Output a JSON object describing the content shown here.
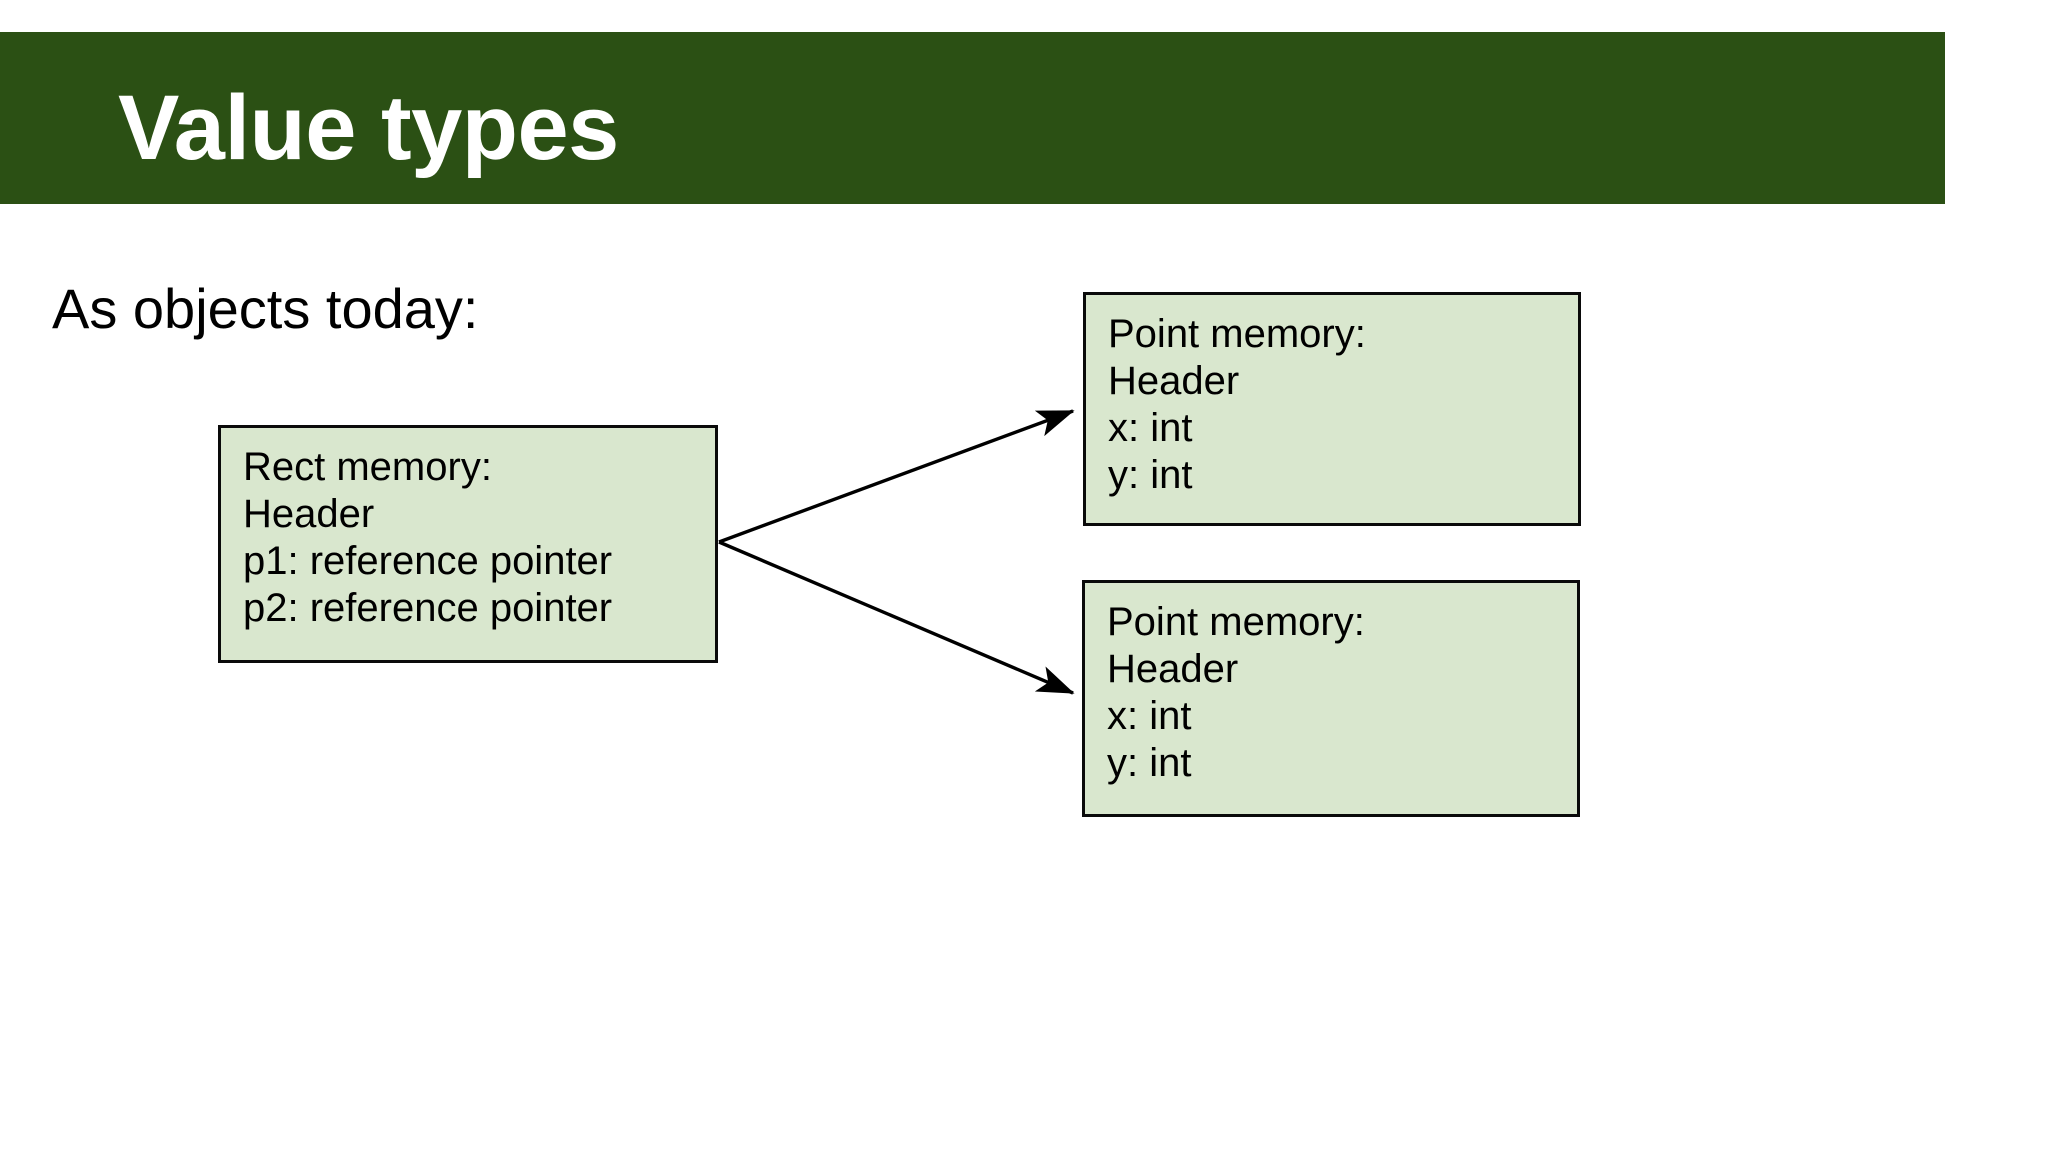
{
  "slide": {
    "title": "Value types",
    "caption": "As objects today:",
    "colors": {
      "title_bar": "#2B5014",
      "title_text": "#FFFFFF",
      "box_fill": "#D9E7CE",
      "box_border": "#0A0A0A",
      "body_text": "#000000",
      "background": "#FFFFFF",
      "connector": "#000000"
    }
  },
  "diagram": {
    "type": "memory-layout",
    "boxes": [
      {
        "id": "rect-memory",
        "lines": [
          "Rect memory:",
          "Header",
          "p1: reference pointer",
          "p2: reference pointer"
        ]
      },
      {
        "id": "point-memory-1",
        "lines": [
          "Point memory:",
          "Header",
          "x: int",
          "y: int"
        ]
      },
      {
        "id": "point-memory-2",
        "lines": [
          "Point memory:",
          "Header",
          "x: int",
          "y: int"
        ]
      }
    ],
    "connectors": [
      {
        "id": "p1-arrow",
        "from": "rect-memory",
        "to": "point-memory-1"
      },
      {
        "id": "p2-arrow",
        "from": "rect-memory",
        "to": "point-memory-2"
      }
    ]
  }
}
